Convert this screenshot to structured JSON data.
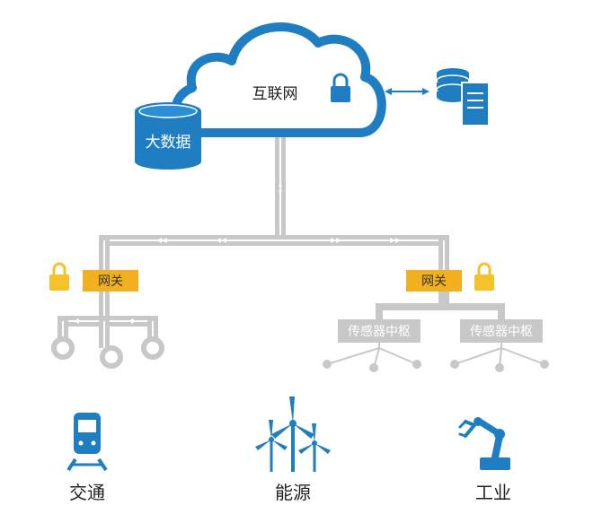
{
  "cloud": {
    "label": "互联网"
  },
  "database": {
    "label": "大数据"
  },
  "gateways": [
    {
      "label": "网关"
    },
    {
      "label": "网关"
    }
  ],
  "hubs": [
    {
      "label": "传感器中枢"
    },
    {
      "label": "传感器中枢"
    }
  ],
  "categories": [
    {
      "label": "交通",
      "icon": "train-icon"
    },
    {
      "label": "能源",
      "icon": "wind-turbine-icon"
    },
    {
      "label": "工业",
      "icon": "robot-arm-icon"
    }
  ],
  "colors": {
    "primary_blue": "#1f7ec2",
    "gateway_yellow": "#f2b01e",
    "lock_yellow": "#f4c22b",
    "pipe_gray": "#c8c8c8",
    "text_dark": "#222222"
  }
}
